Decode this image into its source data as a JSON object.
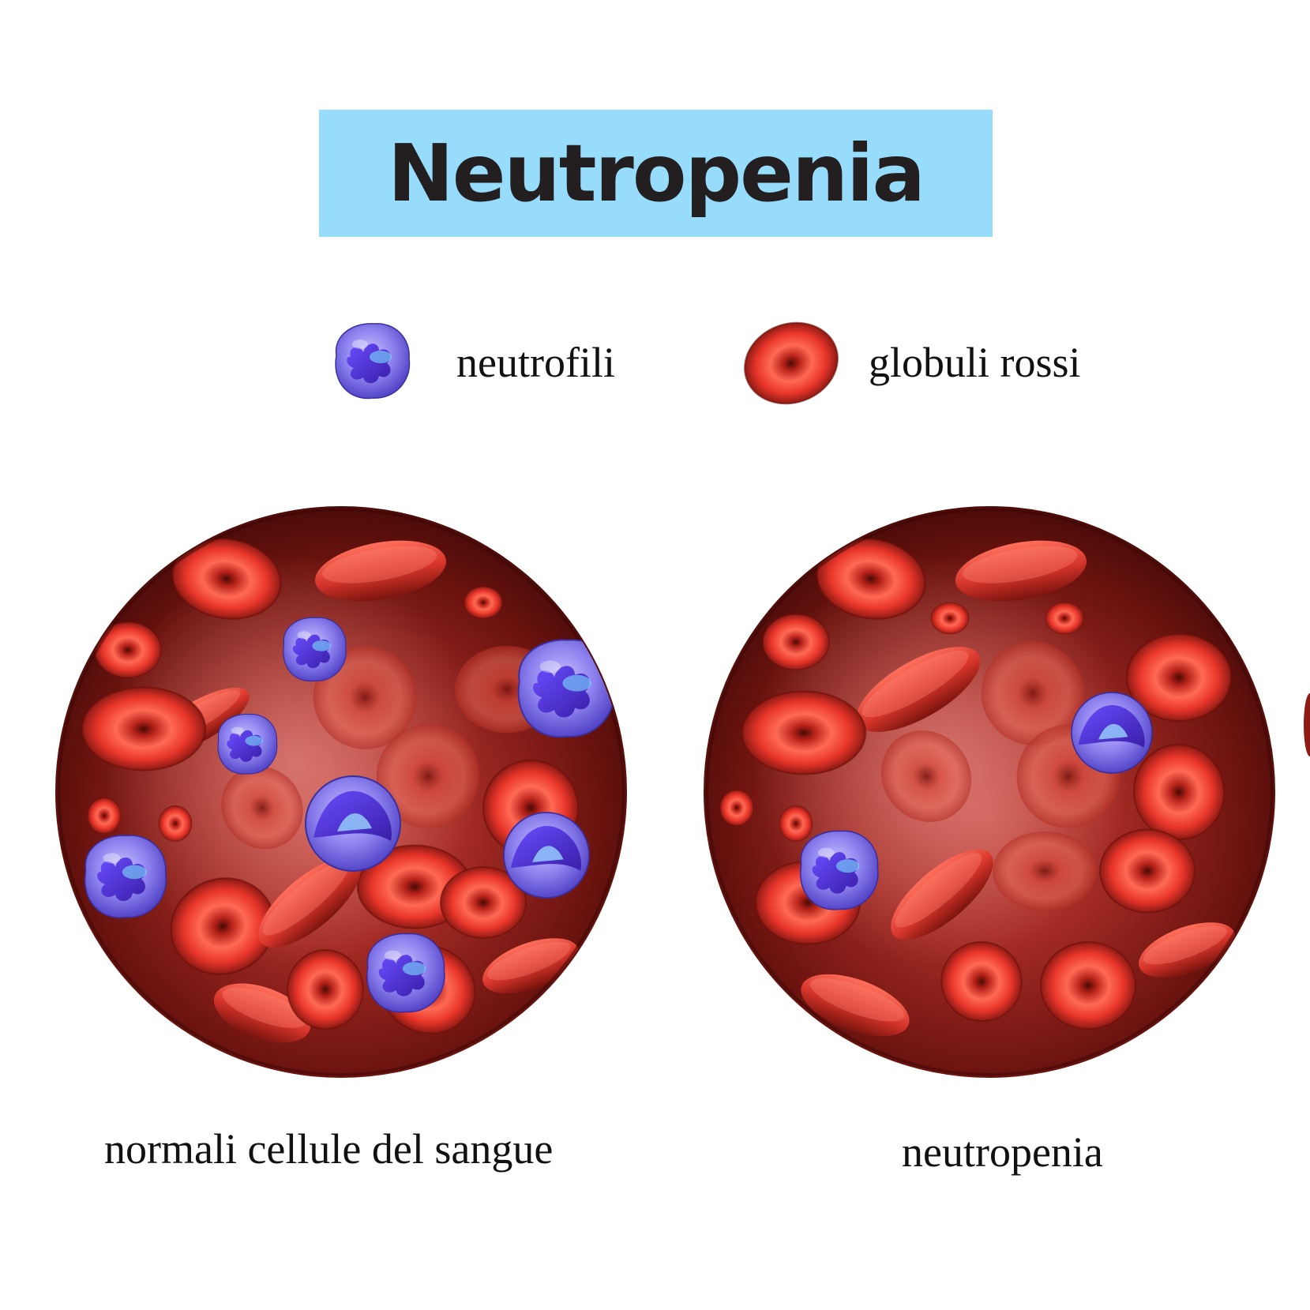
{
  "title": "Neutropenia",
  "legend": {
    "neutrophil_label": "neutrofili",
    "rbc_label": "globuli rossi"
  },
  "panels": [
    {
      "caption": "normali cellule del sangue",
      "neutrophil_count": 7
    },
    {
      "caption": "neutropenia",
      "neutrophil_count": 2
    }
  ],
  "colors": {
    "title_bg": "#97dcfb",
    "title_text": "#231f20",
    "rbc": "#e8352a",
    "rbc_dark": "#8e1b14",
    "neutrophil": "#7b6fe0",
    "neutrophil_nucleus": "#4a2fc4"
  }
}
